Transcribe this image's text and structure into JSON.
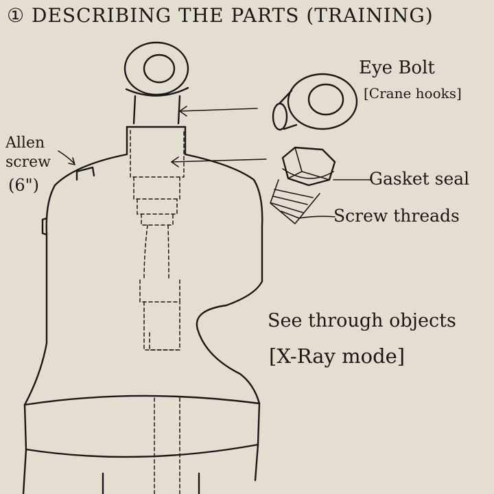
{
  "title": "① DESCRIBING THE PARTS (TRAINING)",
  "labels": {
    "eye_bolt": "Eye Bolt",
    "crane_hooks": "[Crane hooks]",
    "allen_line1": "Allen",
    "allen_line2": "screw",
    "allen_line3": "(6\")",
    "gasket_seal": "Gasket seal",
    "screw_threads": "Screw threads",
    "xray_line1": "See through objects",
    "xray_line2": "[X-Ray mode]"
  },
  "colors": {
    "paper": "#e4ddd2",
    "ink": "#1a1714"
  }
}
